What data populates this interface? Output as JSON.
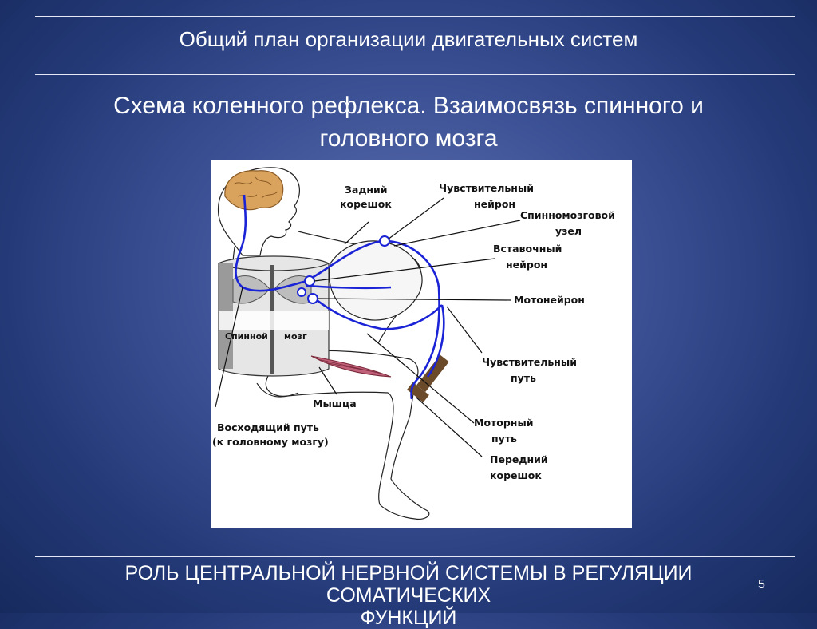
{
  "slide": {
    "top_title": "Общий план организации двигательных систем",
    "heading_line1": "Схема коленного рефлекса. Взаимосвязь спинного и",
    "heading_line2": "головного мозга",
    "footer_line1": "РОЛЬ ЦЕНТРАЛЬНОЙ НЕРВНОЙ СИСТЕМЫ В РЕГУЛЯЦИИ СОМАТИЧЕСКИХ",
    "footer_line2": "ФУНКЦИЙ",
    "page_number": "5"
  },
  "figure": {
    "labels": {
      "dorsal_root_1": "Задний",
      "dorsal_root_2": "корешок",
      "sensory_neuron_1": "Чувствительный",
      "sensory_neuron_2": "нейрон",
      "spinal_ganglion_1": "Спинномозговой",
      "spinal_ganglion_2": "узел",
      "interneuron_1": "Вставочный",
      "interneuron_2": "нейрон",
      "motoneuron": "Мотонейрон",
      "spinal_1": "Спинной",
      "spinal_2": "мозг",
      "sensory_path_1": "Чувствительный",
      "sensory_path_2": "путь",
      "muscle": "Мышца",
      "motor_path_1": "Моторный",
      "motor_path_2": "путь",
      "ascending_1": "Восходящий путь",
      "ascending_2": "(к головному мозгу)",
      "ventral_root_1": "Передний",
      "ventral_root_2": "корешок"
    }
  },
  "colors": {
    "nerve": "#1a23d6",
    "brain": "#d9a35e",
    "hammer": "#6b4a2a",
    "muscle": "#c0607a"
  }
}
